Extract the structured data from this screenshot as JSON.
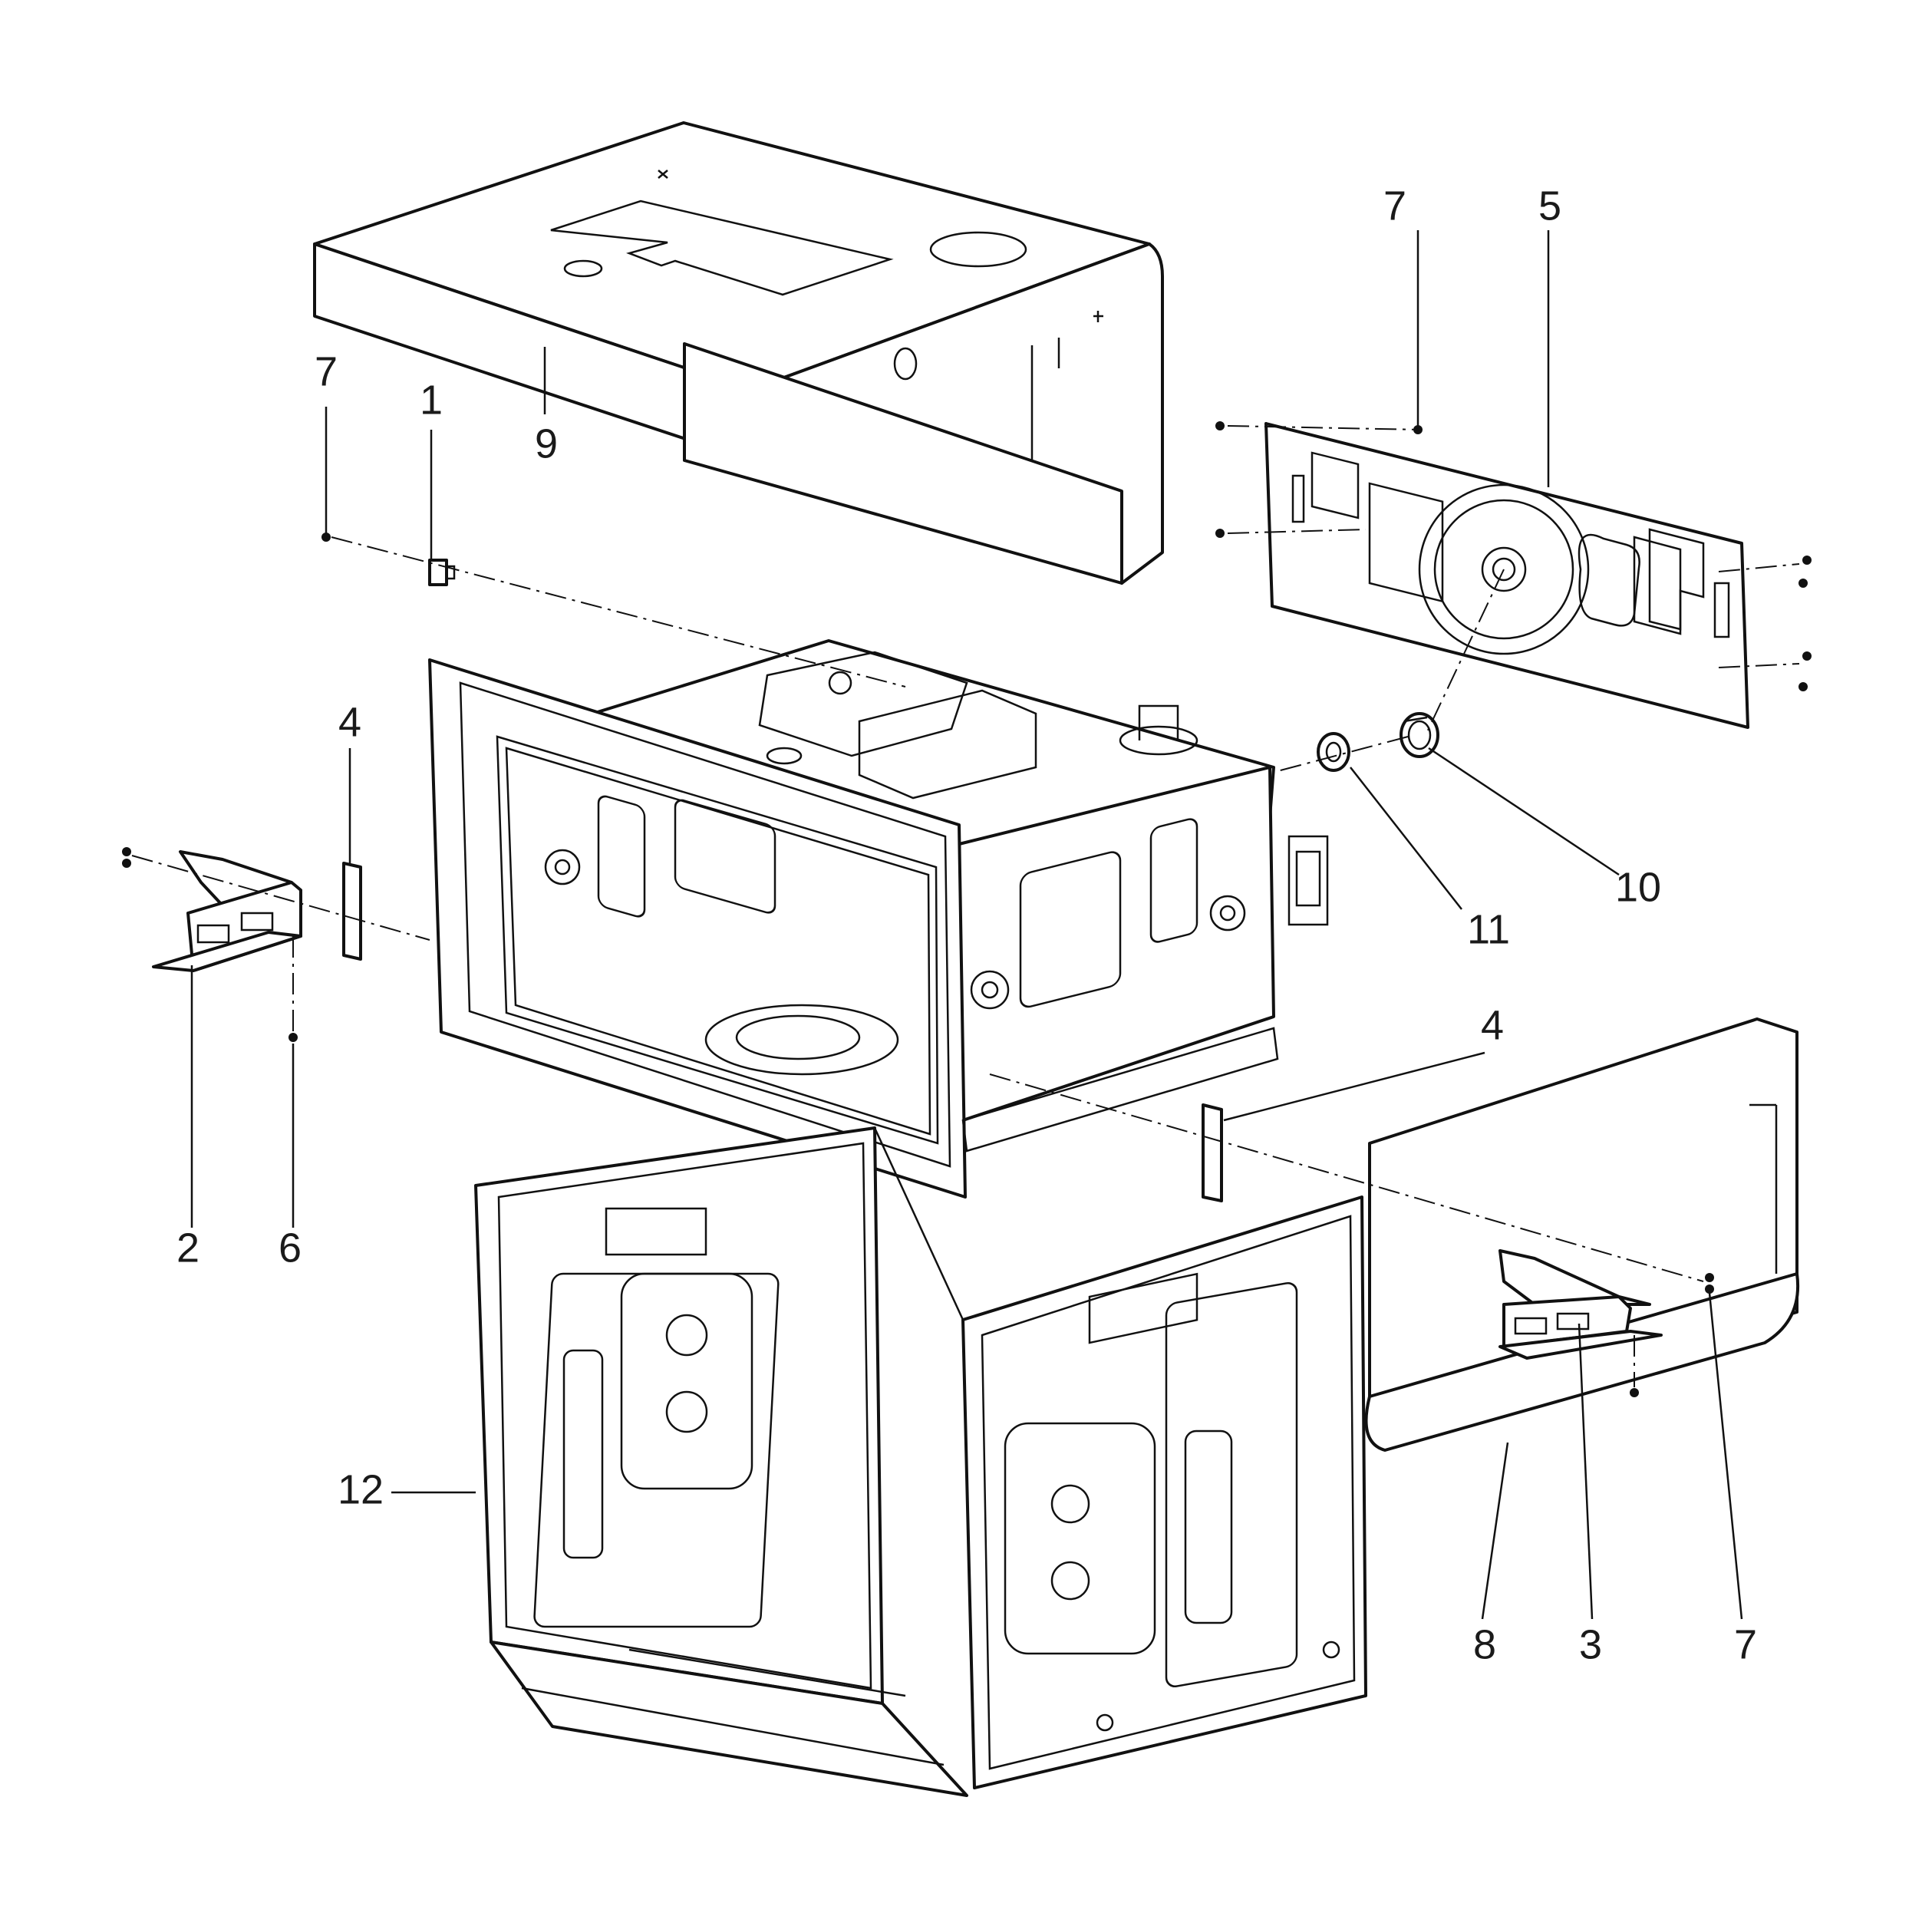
{
  "diagram": {
    "callouts": [
      {
        "id": "c9",
        "label": "9"
      },
      {
        "id": "c7a",
        "label": "7"
      },
      {
        "id": "c1",
        "label": "1"
      },
      {
        "id": "c7b",
        "label": "7"
      },
      {
        "id": "c5",
        "label": "5"
      },
      {
        "id": "c4a",
        "label": "4"
      },
      {
        "id": "c11",
        "label": "11"
      },
      {
        "id": "c10",
        "label": "10"
      },
      {
        "id": "c4b",
        "label": "4"
      },
      {
        "id": "c2",
        "label": "2"
      },
      {
        "id": "c6",
        "label": "6"
      },
      {
        "id": "c12",
        "label": "12"
      },
      {
        "id": "c8",
        "label": "8"
      },
      {
        "id": "c3",
        "label": "3"
      },
      {
        "id": "c7c",
        "label": "7"
      }
    ]
  }
}
